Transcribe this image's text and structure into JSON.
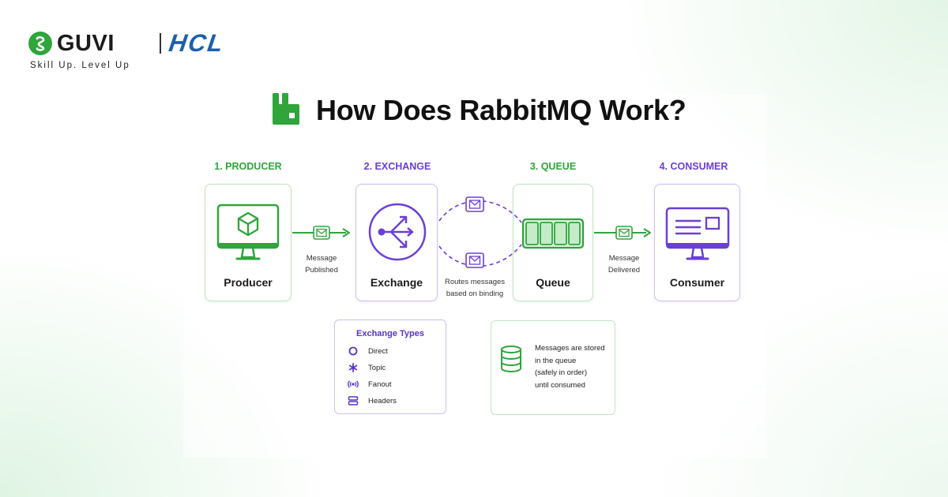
{
  "brand": {
    "guvi": "GUVI",
    "hcl": "HCL",
    "tagline": "Skill Up. Level Up",
    "colors": {
      "green": "#2fa53a",
      "hcl_blue": "#1c5fae"
    }
  },
  "title": "How Does RabbitMQ Work?",
  "title_icon": "rabbitmq-logo-icon",
  "steps": [
    {
      "label": "1. PRODUCER",
      "card_title": "Producer",
      "icon": "monitor-cube-icon",
      "color": "#2fa53a"
    },
    {
      "label": "2. EXCHANGE",
      "card_title": "Exchange",
      "icon": "routing-arrows-icon",
      "color": "#6b3fd6"
    },
    {
      "label": "3. QUEUE",
      "card_title": "Queue",
      "icon": "queue-slots-icon",
      "color": "#2fa53a"
    },
    {
      "label": "4. CONSUMER",
      "card_title": "Consumer",
      "icon": "monitor-document-icon",
      "color": "#6b3fd6"
    }
  ],
  "captions": {
    "published": [
      "Message",
      "Published"
    ],
    "routes": [
      "Routes messages",
      "based on binding"
    ],
    "delivered": [
      "Message",
      "Delivered"
    ]
  },
  "exchange_types": {
    "title": "Exchange Types",
    "items": [
      {
        "label": "Direct",
        "icon": "circle-icon"
      },
      {
        "label": "Topic",
        "icon": "asterisk-icon"
      },
      {
        "label": "Fanout",
        "icon": "broadcast-icon"
      },
      {
        "label": "Headers",
        "icon": "stacked-bars-icon"
      }
    ]
  },
  "queue_note": {
    "icon": "database-icon",
    "lines": [
      "Messages are stored",
      "in the queue",
      "(safely in order)",
      "until consumed"
    ]
  },
  "colors": {
    "green": "#2fa53a",
    "purple": "#6b3fd6",
    "green_border": "#bfe3c4",
    "purple_border": "#cdbff0"
  }
}
